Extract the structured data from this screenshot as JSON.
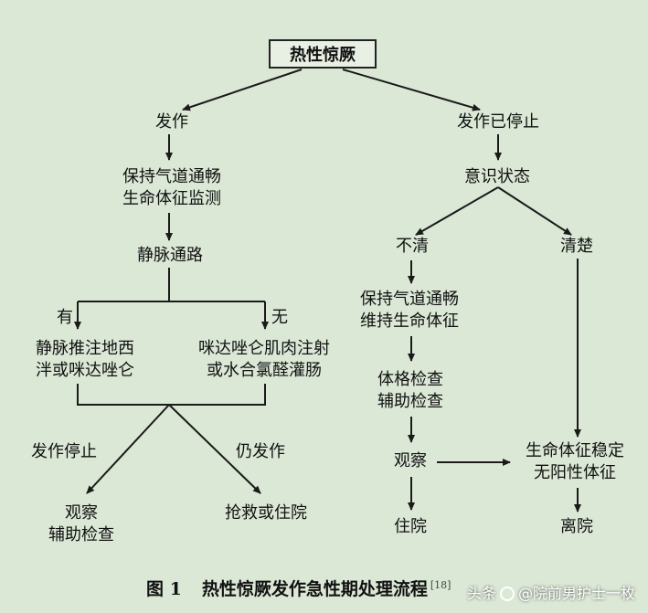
{
  "nodes": {
    "root": "热性惊厥",
    "seizure": "发作",
    "stopped": "发作已停止",
    "airway": [
      "保持气道通畅",
      "生命体征监测"
    ],
    "iv": "静脉通路",
    "has": "有",
    "none": "无",
    "iv_push": [
      "静脉推注地西",
      "泮或咪达唑仑"
    ],
    "im": [
      "咪达唑仑肌肉注射",
      "或水合氯醛灌肠"
    ],
    "seizure_stopped": "发作停止",
    "still_seizing": "仍发作",
    "observe_aux": [
      "观察",
      "辅助检查"
    ],
    "rescue": "抢救或住院",
    "consciousness": "意识状态",
    "unclear": "不清",
    "clear": "清楚",
    "airway2": [
      "保持气道通畅",
      "维持生命体征"
    ],
    "exam": [
      "体格检查",
      "辅助检查"
    ],
    "observe": "观察",
    "stable": [
      "生命体征稳定",
      "无阳性体征"
    ],
    "hospital": "住院",
    "discharge": "离院"
  },
  "caption": {
    "number": "图 1",
    "title": "热性惊厥发作急性期处理流程",
    "ref": "[18]"
  },
  "watermark": {
    "prefix": "头条",
    "author": "@院前男护士一枚"
  },
  "colors": {
    "background": "#dbe8d6",
    "line": "#1a1a1a"
  }
}
